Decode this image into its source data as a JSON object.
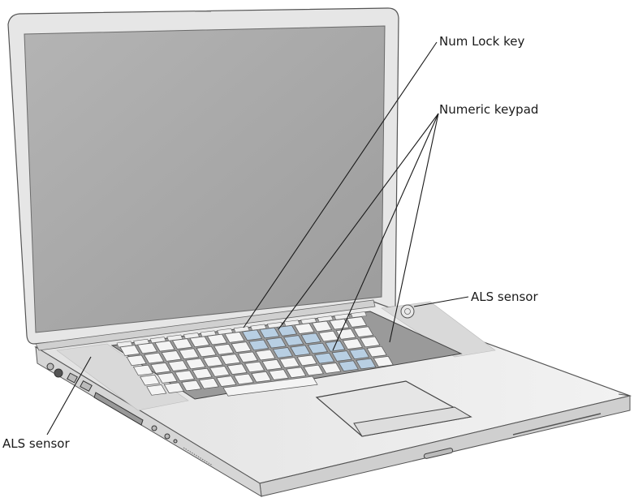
{
  "callouts": {
    "num_lock_key": "Num Lock key",
    "numeric_keypad": "Numeric keypad",
    "als_sensor_right": "ALS sensor",
    "als_sensor_left": "ALS sensor"
  },
  "colors": {
    "keypad_highlight": "#b8cfe3",
    "screen": "#a6a6a6",
    "body": "#e4e4e4",
    "leader_line": "#1a1a1a"
  }
}
